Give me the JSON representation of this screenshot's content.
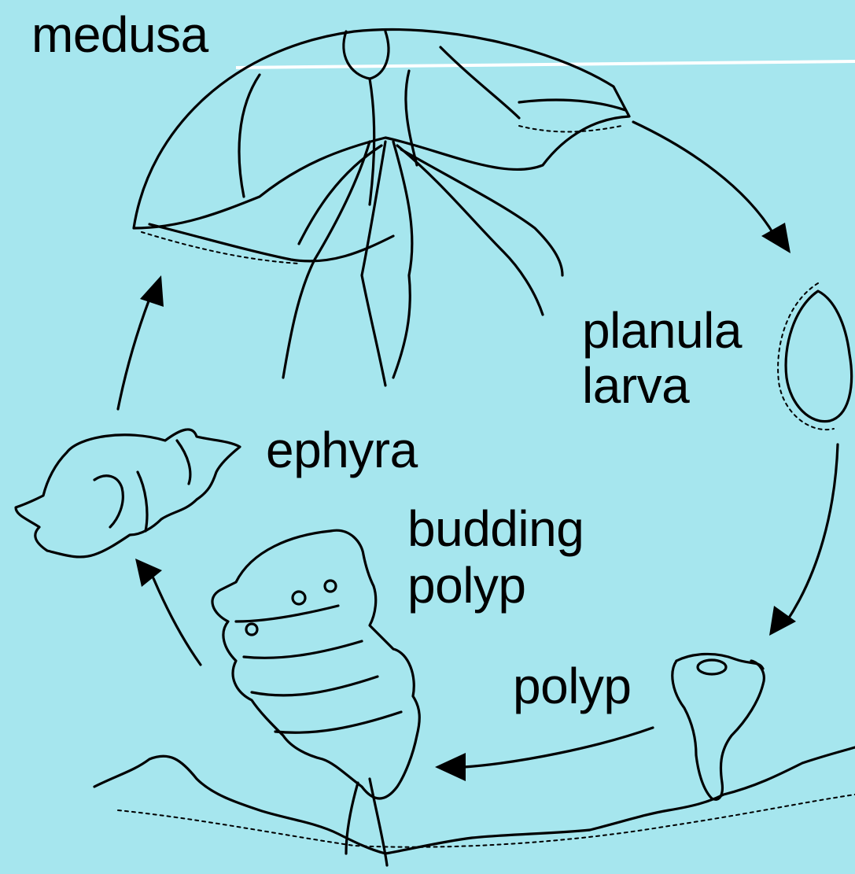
{
  "labels": {
    "medusa": "medusa",
    "planula_line1": "planula",
    "planula_line2": "larva",
    "ephyra": "ephyra",
    "budding_line1": "budding",
    "budding_line2": "polyp",
    "polyp": "polyp"
  },
  "colors": {
    "background": "#a6e6ee",
    "ink": "#000000"
  }
}
